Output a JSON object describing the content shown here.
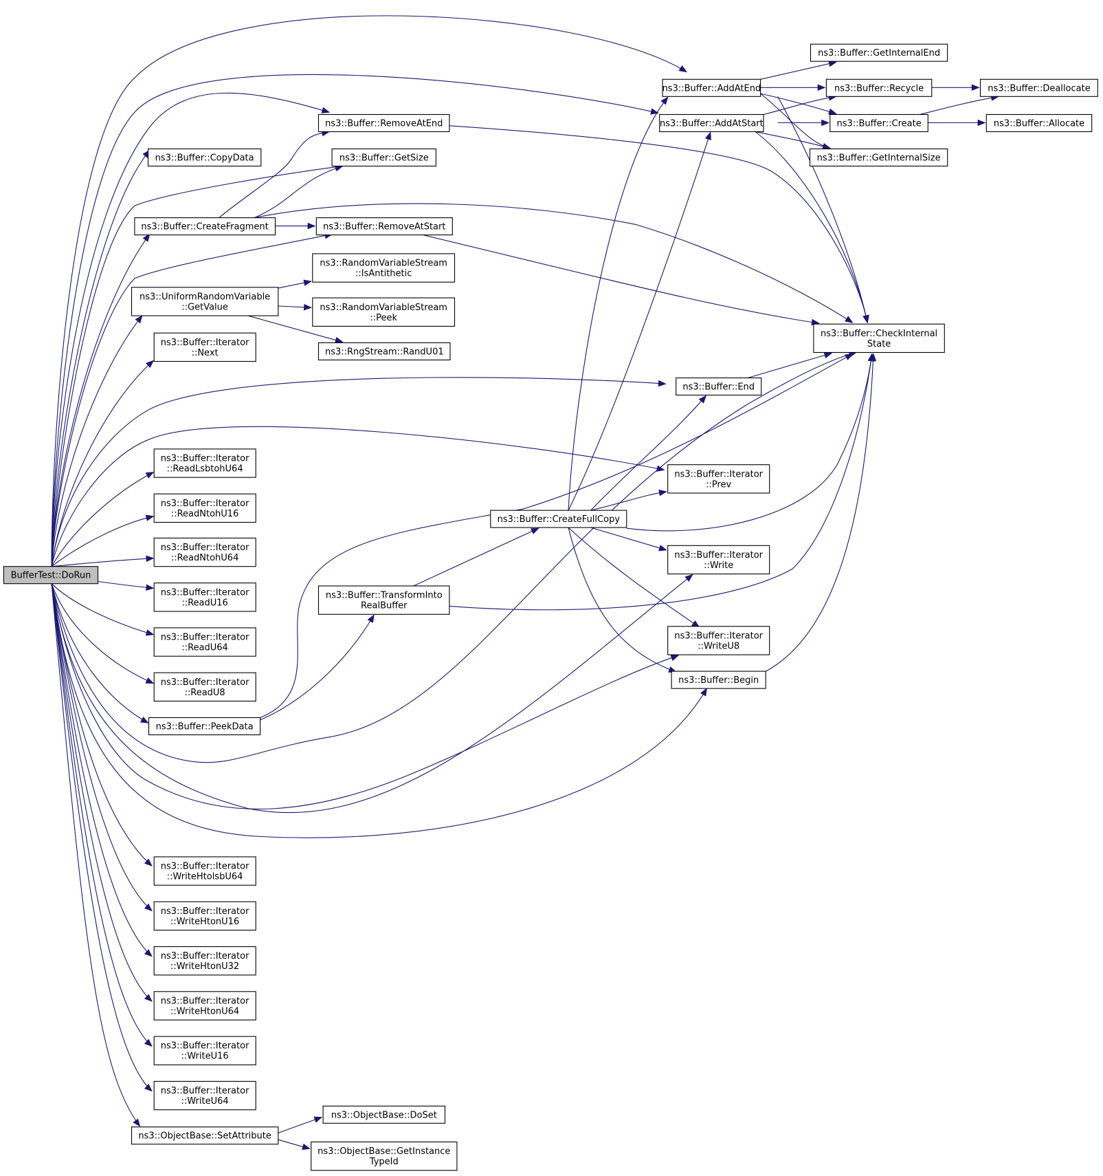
{
  "nodes": [
    {
      "id": "dorun",
      "lines": [
        "BufferTest::DoRun"
      ],
      "root": true
    },
    {
      "id": "addatend",
      "lines": [
        "ns3::Buffer::AddAtEnd"
      ]
    },
    {
      "id": "addatstart",
      "lines": [
        "ns3::Buffer::AddAtStart"
      ]
    },
    {
      "id": "removeatend",
      "lines": [
        "ns3::Buffer::RemoveAtEnd"
      ]
    },
    {
      "id": "copydata",
      "lines": [
        "ns3::Buffer::CopyData"
      ]
    },
    {
      "id": "getsize",
      "lines": [
        "ns3::Buffer::GetSize"
      ]
    },
    {
      "id": "createfragment",
      "lines": [
        "ns3::Buffer::CreateFragment"
      ]
    },
    {
      "id": "removeatstart",
      "lines": [
        "ns3::Buffer::RemoveAtStart"
      ]
    },
    {
      "id": "getvalue",
      "lines": [
        "ns3::UniformRandomVariable",
        "::GetValue"
      ]
    },
    {
      "id": "isantithetic",
      "lines": [
        "ns3::RandomVariableStream",
        "::IsAntithetic"
      ]
    },
    {
      "id": "peek",
      "lines": [
        "ns3::RandomVariableStream",
        "::Peek"
      ]
    },
    {
      "id": "randu01",
      "lines": [
        "ns3::RngStream::RandU01"
      ]
    },
    {
      "id": "next",
      "lines": [
        "ns3::Buffer::Iterator",
        "::Next"
      ]
    },
    {
      "id": "getinternalend",
      "lines": [
        "ns3::Buffer::GetInternalEnd"
      ]
    },
    {
      "id": "recycle",
      "lines": [
        "ns3::Buffer::Recycle"
      ]
    },
    {
      "id": "create",
      "lines": [
        "ns3::Buffer::Create"
      ]
    },
    {
      "id": "getinternalsize",
      "lines": [
        "ns3::Buffer::GetInternalSize"
      ]
    },
    {
      "id": "deallocate",
      "lines": [
        "ns3::Buffer::Deallocate"
      ]
    },
    {
      "id": "allocate",
      "lines": [
        "ns3::Buffer::Allocate"
      ]
    },
    {
      "id": "checkinternal",
      "lines": [
        "ns3::Buffer::CheckInternal",
        "State"
      ]
    },
    {
      "id": "end",
      "lines": [
        "ns3::Buffer::End"
      ]
    },
    {
      "id": "readlsbtoh",
      "lines": [
        "ns3::Buffer::Iterator",
        "::ReadLsbtohU64"
      ]
    },
    {
      "id": "readntohu16",
      "lines": [
        "ns3::Buffer::Iterator",
        "::ReadNtohU16"
      ]
    },
    {
      "id": "readntohu64",
      "lines": [
        "ns3::Buffer::Iterator",
        "::ReadNtohU64"
      ]
    },
    {
      "id": "readu16",
      "lines": [
        "ns3::Buffer::Iterator",
        "::ReadU16"
      ]
    },
    {
      "id": "readu64",
      "lines": [
        "ns3::Buffer::Iterator",
        "::ReadU64"
      ]
    },
    {
      "id": "readu8",
      "lines": [
        "ns3::Buffer::Iterator",
        "::ReadU8"
      ]
    },
    {
      "id": "peekdata",
      "lines": [
        "ns3::Buffer::PeekData"
      ]
    },
    {
      "id": "prev",
      "lines": [
        "ns3::Buffer::Iterator",
        "::Prev"
      ]
    },
    {
      "id": "createfullcopy",
      "lines": [
        "ns3::Buffer::CreateFullCopy"
      ]
    },
    {
      "id": "write",
      "lines": [
        "ns3::Buffer::Iterator",
        "::Write"
      ]
    },
    {
      "id": "transform",
      "lines": [
        "ns3::Buffer::TransformInto",
        "RealBuffer"
      ]
    },
    {
      "id": "writeu8",
      "lines": [
        "ns3::Buffer::Iterator",
        "::WriteU8"
      ]
    },
    {
      "id": "begin",
      "lines": [
        "ns3::Buffer::Begin"
      ]
    },
    {
      "id": "writehtolsb",
      "lines": [
        "ns3::Buffer::Iterator",
        "::WriteHtolsbU64"
      ]
    },
    {
      "id": "writehtonu16",
      "lines": [
        "ns3::Buffer::Iterator",
        "::WriteHtonU16"
      ]
    },
    {
      "id": "writehtonu32",
      "lines": [
        "ns3::Buffer::Iterator",
        "::WriteHtonU32"
      ]
    },
    {
      "id": "writehtonu64",
      "lines": [
        "ns3::Buffer::Iterator",
        "::WriteHtonU64"
      ]
    },
    {
      "id": "writeu16",
      "lines": [
        "ns3::Buffer::Iterator",
        "::WriteU16"
      ]
    },
    {
      "id": "writeu64",
      "lines": [
        "ns3::Buffer::Iterator",
        "::WriteU64"
      ]
    },
    {
      "id": "setattribute",
      "lines": [
        "ns3::ObjectBase::SetAttribute"
      ]
    },
    {
      "id": "doset",
      "lines": [
        "ns3::ObjectBase::DoSet"
      ]
    },
    {
      "id": "getinstancetypeid",
      "lines": [
        "ns3::ObjectBase::GetInstance",
        "TypeId"
      ]
    }
  ],
  "edges": [
    [
      "dorun",
      "addatend"
    ],
    [
      "dorun",
      "addatstart"
    ],
    [
      "dorun",
      "removeatend"
    ],
    [
      "dorun",
      "copydata"
    ],
    [
      "dorun",
      "getsize"
    ],
    [
      "dorun",
      "createfragment"
    ],
    [
      "dorun",
      "removeatstart"
    ],
    [
      "dorun",
      "getvalue"
    ],
    [
      "dorun",
      "next"
    ],
    [
      "dorun",
      "end"
    ],
    [
      "dorun",
      "prev"
    ],
    [
      "dorun",
      "readlsbtoh"
    ],
    [
      "dorun",
      "readntohu16"
    ],
    [
      "dorun",
      "readntohu64"
    ],
    [
      "dorun",
      "readu16"
    ],
    [
      "dorun",
      "readu64"
    ],
    [
      "dorun",
      "readu8"
    ],
    [
      "dorun",
      "peekdata"
    ],
    [
      "dorun",
      "checkinternal"
    ],
    [
      "dorun",
      "writeu8"
    ],
    [
      "dorun",
      "write"
    ],
    [
      "dorun",
      "begin"
    ],
    [
      "dorun",
      "writehtolsb"
    ],
    [
      "dorun",
      "writehtonu16"
    ],
    [
      "dorun",
      "writehtonu32"
    ],
    [
      "dorun",
      "writehtonu64"
    ],
    [
      "dorun",
      "writeu16"
    ],
    [
      "dorun",
      "writeu64"
    ],
    [
      "dorun",
      "setattribute"
    ],
    [
      "addatend",
      "getinternalend"
    ],
    [
      "addatend",
      "recycle"
    ],
    [
      "addatend",
      "create"
    ],
    [
      "addatend",
      "getinternalsize"
    ],
    [
      "addatend",
      "checkinternal"
    ],
    [
      "addatstart",
      "recycle"
    ],
    [
      "addatstart",
      "create"
    ],
    [
      "addatstart",
      "getinternalsize"
    ],
    [
      "addatstart",
      "checkinternal"
    ],
    [
      "recycle",
      "deallocate"
    ],
    [
      "create",
      "deallocate"
    ],
    [
      "create",
      "allocate"
    ],
    [
      "removeatend",
      "checkinternal"
    ],
    [
      "createfragment",
      "removeatend"
    ],
    [
      "createfragment",
      "getsize"
    ],
    [
      "createfragment",
      "removeatstart"
    ],
    [
      "createfragment",
      "checkinternal"
    ],
    [
      "removeatstart",
      "checkinternal"
    ],
    [
      "getvalue",
      "isantithetic"
    ],
    [
      "getvalue",
      "peek"
    ],
    [
      "getvalue",
      "randu01"
    ],
    [
      "end",
      "checkinternal"
    ],
    [
      "createfullcopy",
      "addatend"
    ],
    [
      "createfullcopy",
      "addatstart"
    ],
    [
      "createfullcopy",
      "end"
    ],
    [
      "createfullcopy",
      "prev"
    ],
    [
      "createfullcopy",
      "checkinternal"
    ],
    [
      "createfullcopy",
      "write"
    ],
    [
      "createfullcopy",
      "writeu8"
    ],
    [
      "createfullcopy",
      "begin"
    ],
    [
      "transform",
      "createfullcopy"
    ],
    [
      "transform",
      "checkinternal"
    ],
    [
      "peekdata",
      "transform"
    ],
    [
      "peekdata",
      "checkinternal"
    ],
    [
      "begin",
      "checkinternal"
    ],
    [
      "setattribute",
      "doset"
    ],
    [
      "setattribute",
      "getinstancetypeid"
    ]
  ]
}
